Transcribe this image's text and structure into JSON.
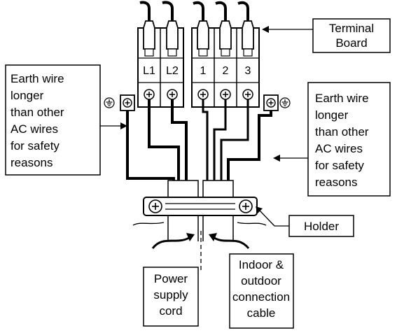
{
  "callouts": {
    "terminal_board": [
      "Terminal",
      "Board"
    ],
    "earth_left": [
      "Earth wire",
      "longer",
      "than other",
      "AC wires",
      "for safety",
      "reasons"
    ],
    "earth_right": [
      "Earth wire",
      "longer",
      "than other",
      "AC wires",
      "for safety",
      "reasons"
    ],
    "holder": [
      "Holder"
    ],
    "power_cord": [
      "Power",
      "supply",
      "cord"
    ],
    "connection_cable": [
      "Indoor &",
      "outdoor",
      "connection",
      "cable"
    ]
  },
  "terminals": {
    "power_labels": [
      "L1",
      "L2"
    ],
    "connection_labels": [
      "1",
      "2",
      "3"
    ]
  },
  "symbols": {
    "screw": "⊕",
    "earth": "⏚"
  },
  "colors": {
    "stroke": "#000000",
    "background": "#ffffff"
  }
}
